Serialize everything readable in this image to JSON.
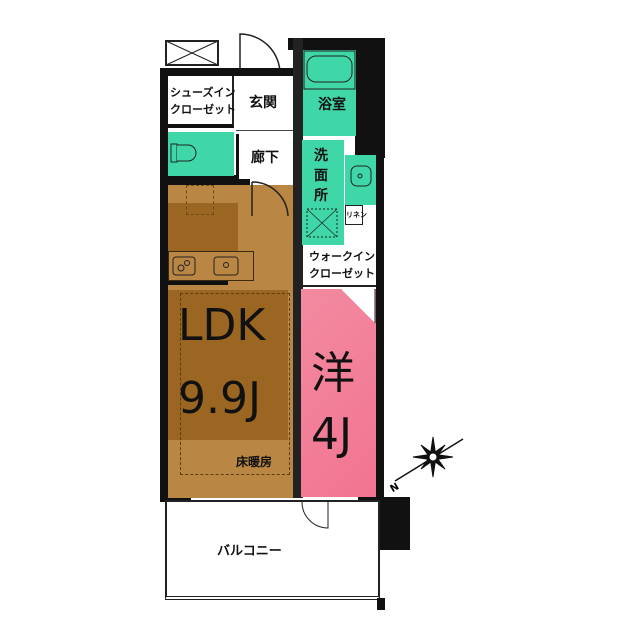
{
  "rooms": {
    "shoe_closet": "シューズイン\nクローゼット",
    "entrance": "玄関",
    "bathroom": "浴室",
    "hallway": "廊下",
    "washroom": "洗\n面\n所",
    "linen": "リネン",
    "walk_in_closet": "ウォークイン\nクローゼット",
    "ldk_name": "LDK",
    "ldk_size": "9.9J",
    "floor_heating": "床暖房",
    "western_name": "洋",
    "western_size": "4J",
    "balcony": "バルコニー"
  },
  "compass": {
    "north_label": "N"
  },
  "colors": {
    "wall": "#111111",
    "wet_area": "#3fd6a8",
    "ldk": "#a87a34",
    "ldk_dark": "#98661f",
    "western": "#f27d94"
  }
}
